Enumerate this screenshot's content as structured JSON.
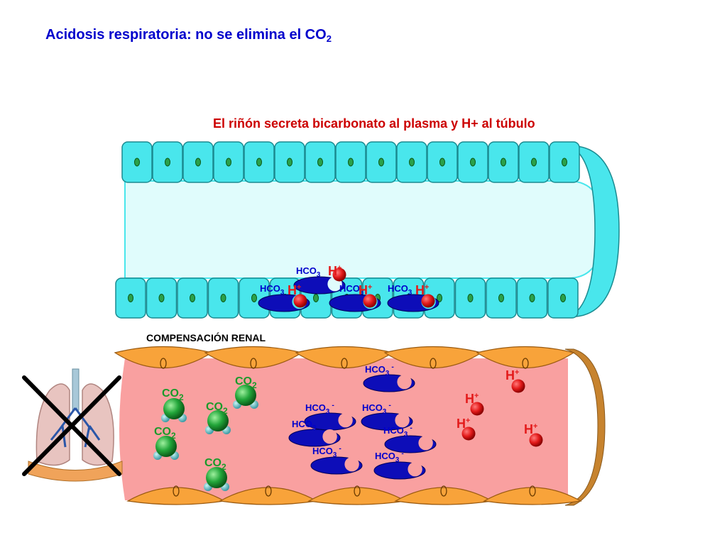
{
  "title": {
    "main": "Acidosis respiratoria: no se elimina el CO",
    "sub": "2"
  },
  "kidney": {
    "caption": "El riñón secreta bicarbonato al plasma y H+ al túbulo"
  },
  "renal_label": "COMPENSACIÓN RENAL",
  "labels": {
    "hco3_base": "HCO",
    "hco3_sub": "3",
    "minus": "-",
    "co2_base": "CO",
    "co2_sub": "2",
    "h_base": "H",
    "h_plus": "+"
  },
  "colors": {
    "tubule_cell": "#49e6ec",
    "tubule_lumen": "#e0fcfc",
    "vessel_fill": "#f9a0a0",
    "endothelial": "#f8a33a",
    "hco3_blue": "#0d0db8",
    "h_red": "#e31b1b",
    "co2_green": "#22a63a"
  },
  "icons": [
    "lung-icon",
    "cross-out-icon"
  ]
}
